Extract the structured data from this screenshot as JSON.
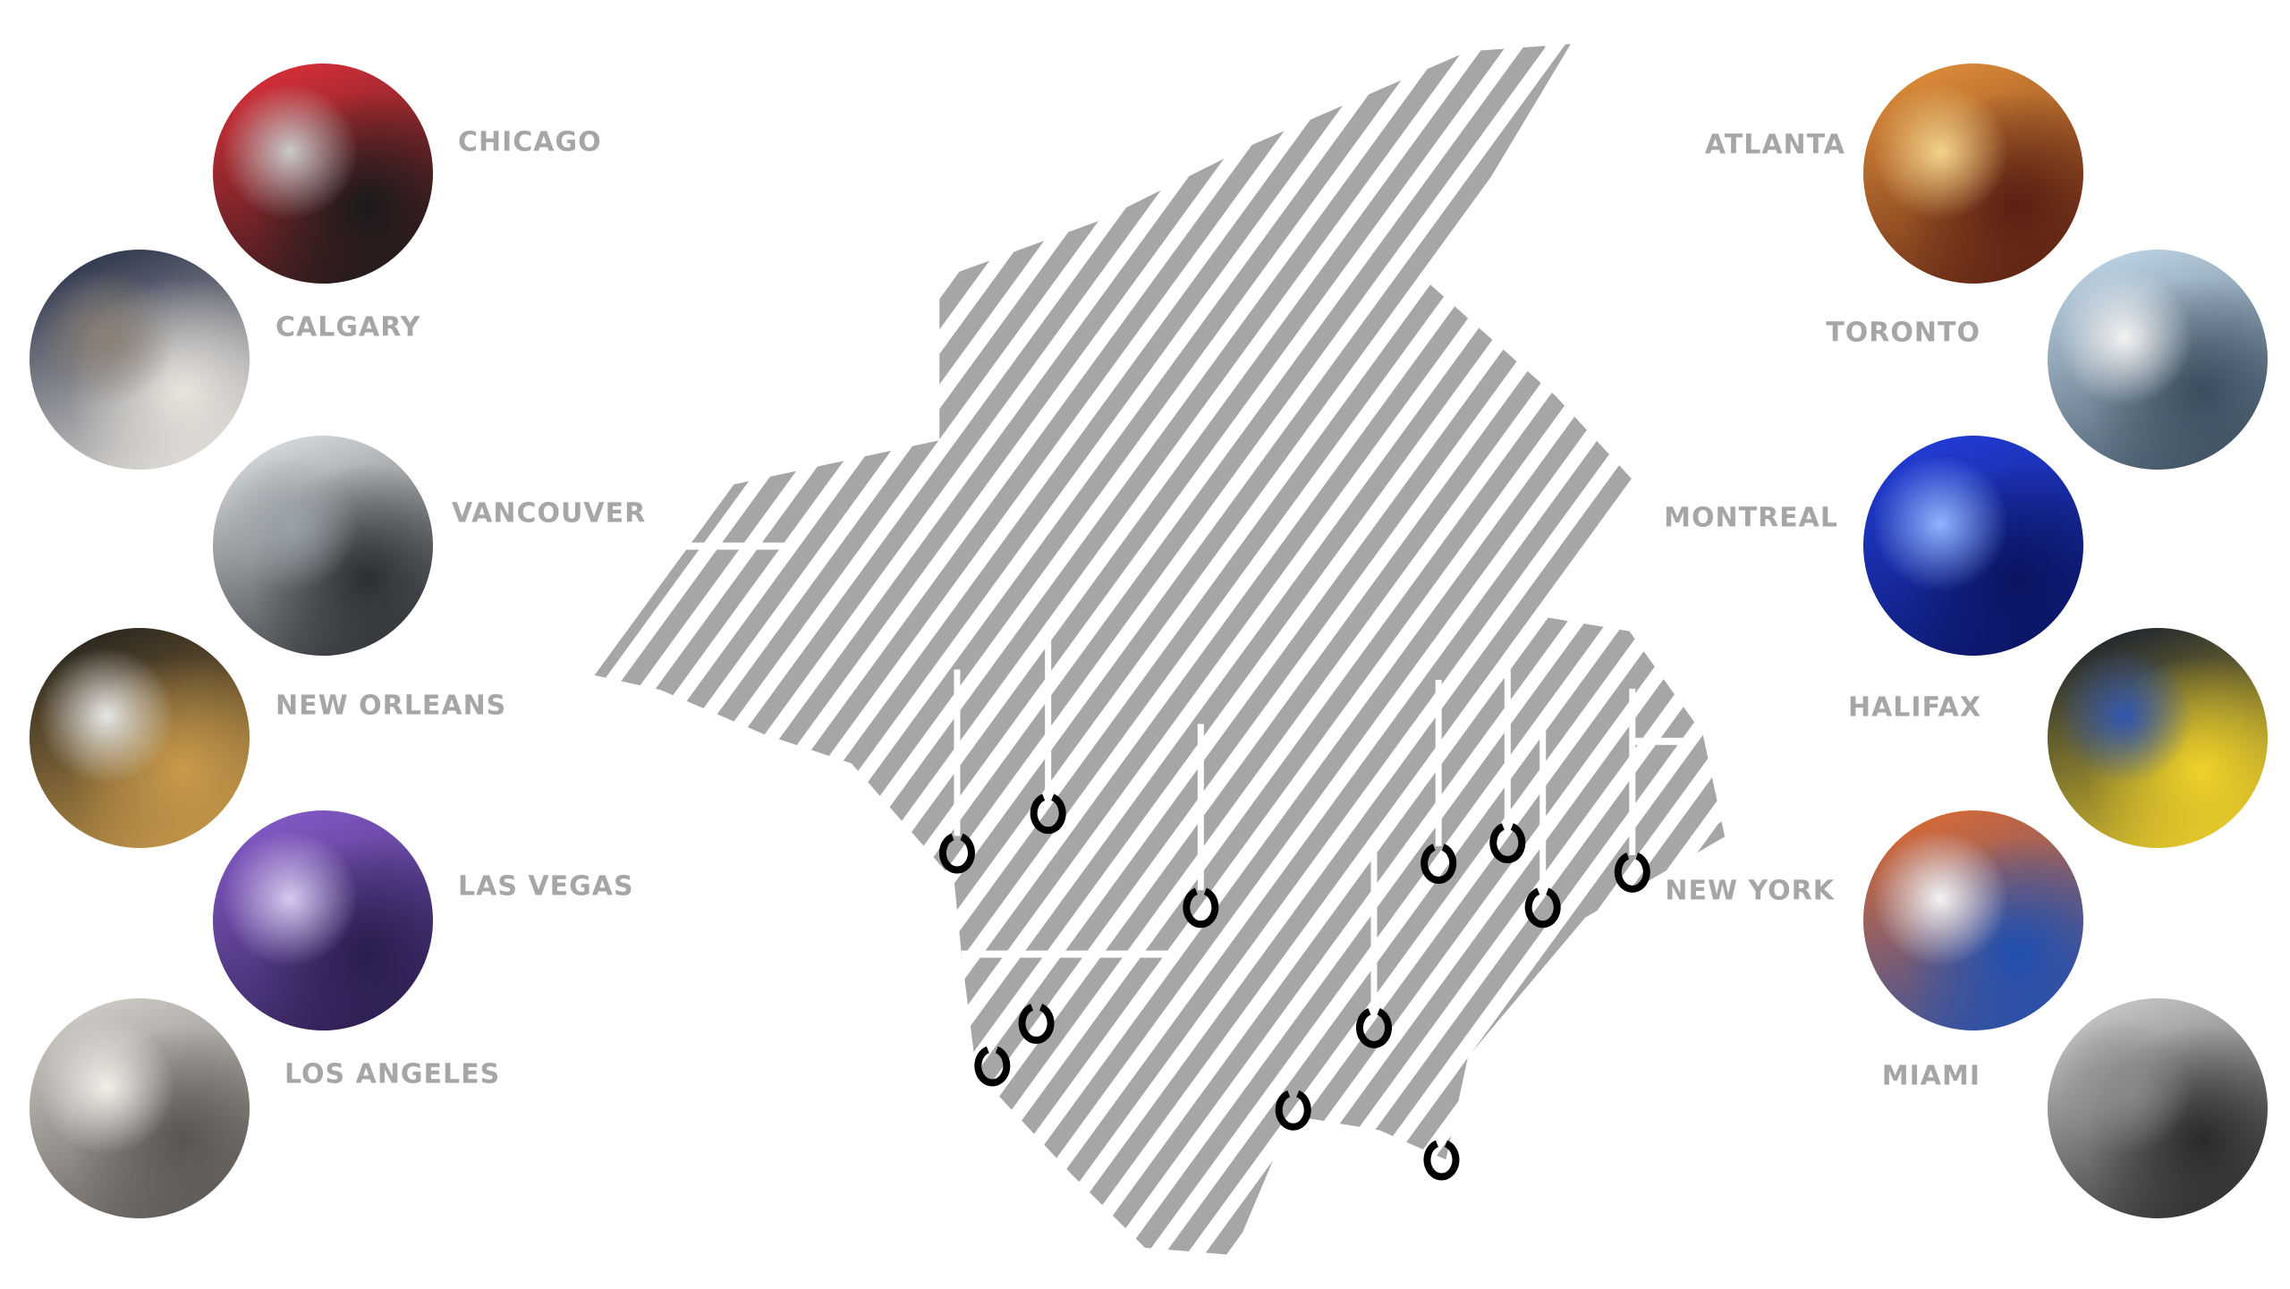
{
  "cities_left": [
    {
      "name": "CHICAGO",
      "colors": [
        "#e8303a",
        "#1a1a1a",
        "#c9c9c9"
      ]
    },
    {
      "name": "CALGARY",
      "colors": [
        "#1d2740",
        "#e9e4dc",
        "#8a7f73"
      ]
    },
    {
      "name": "VANCOUVER",
      "colors": [
        "#e6eaec",
        "#2b2f33",
        "#9aa3a8"
      ]
    },
    {
      "name": "NEW ORLEANS",
      "colors": [
        "#1b1b1b",
        "#c99a4a",
        "#e6e6e6"
      ]
    },
    {
      "name": "LAS VEGAS",
      "colors": [
        "#8a5fd0",
        "#2a1d4d",
        "#d7c8f0"
      ]
    },
    {
      "name": "LOS ANGELES",
      "colors": [
        "#d9d6d0",
        "#5a5550",
        "#f2efe9"
      ]
    }
  ],
  "cities_right": [
    {
      "name": "ATLANTA",
      "colors": [
        "#e8963c",
        "#5a1f12",
        "#f4d38a"
      ]
    },
    {
      "name": "TORONTO",
      "colors": [
        "#c9dff0",
        "#3a4d5e",
        "#f3f3f3"
      ]
    },
    {
      "name": "MONTREAL",
      "colors": [
        "#2440e0",
        "#0a1460",
        "#8fb4ff"
      ]
    },
    {
      "name": "HALIFAX",
      "colors": [
        "#0c1530",
        "#f0d22a",
        "#2f55b0"
      ]
    },
    {
      "name": "NEW YORK",
      "colors": [
        "#e86c2a",
        "#1f4fb0",
        "#f3f3f3"
      ]
    },
    {
      "name": "MIAMI",
      "colors": [
        "#d5d5d5",
        "#2a2a2a",
        "#8a8a8a"
      ]
    }
  ],
  "colors": {
    "stripe": "#a6a6a6",
    "marker": "#000000",
    "label": "#a6a6a6"
  }
}
